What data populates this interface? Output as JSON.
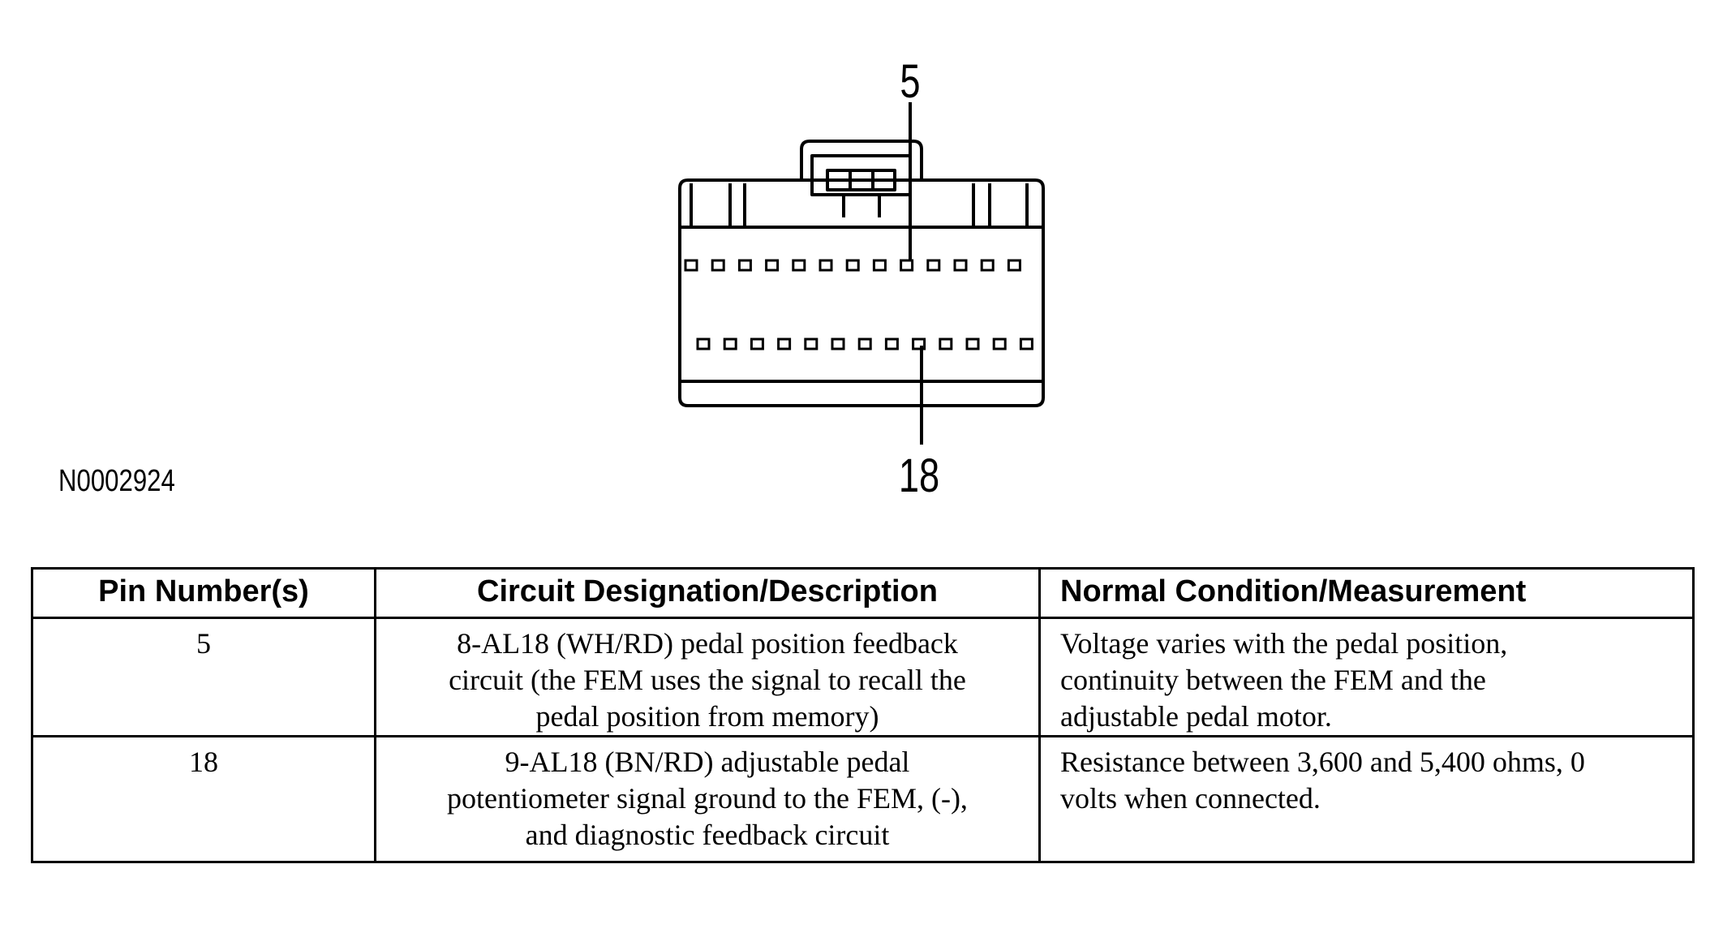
{
  "figure": {
    "id": "N0002924",
    "callouts": {
      "top": "5",
      "bottom": "18"
    },
    "connector": {
      "top_row_pin_count": 13,
      "bottom_row_pin_count": 13
    }
  },
  "table": {
    "headers": {
      "pin": "Pin Number(s)",
      "circuit": "Circuit Designation/Description",
      "normal": "Normal Condition/Measurement"
    },
    "rows": [
      {
        "pin": "5",
        "circuit_lines": [
          "8-AL18 (WH/RD) pedal position feedback",
          "circuit (the FEM uses the signal to recall the",
          "pedal position from memory)"
        ],
        "normal_lines": [
          "Voltage varies with the pedal position,",
          "continuity between the FEM and the",
          "adjustable pedal motor."
        ]
      },
      {
        "pin": "18",
        "circuit_lines": [
          "9-AL18 (BN/RD) adjustable pedal",
          "potentiometer signal ground to the FEM, (-),",
          "and diagnostic feedback circuit"
        ],
        "normal_lines": [
          "Resistance between 3,600 and 5,400 ohms, 0",
          "volts when connected."
        ]
      }
    ]
  }
}
